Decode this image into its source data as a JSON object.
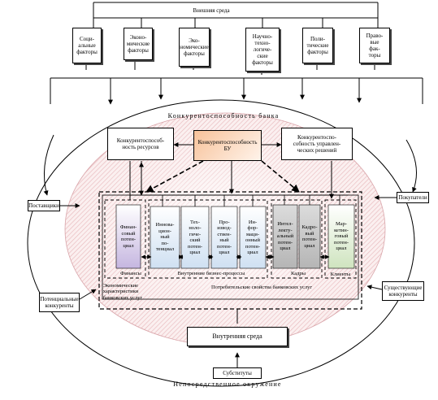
{
  "external_env": {
    "title": "Внешняя среда",
    "factors": [
      "Соци-\nальные\nфакторы",
      "Эконо-\nмические\nфакторы",
      "Эко-\nномические\nфакторы",
      "Научно-\nтехно-\nлогиче-\nские\nфакторы",
      "Поли-\nтические\nфакторы",
      "Право-\nвые\nфак-\nторы"
    ]
  },
  "bank": {
    "competitiveness_title": "Конкурентоспособность банка",
    "resources": "Конкурентоспособ-\nность ресурсов",
    "bu": "Конкурентоспособность\nБУ",
    "decisions": "Конкурентоспо-\nсобность управлен-\nческих решений"
  },
  "actors": {
    "suppliers": "Поставщики",
    "buyers": "Покупатели",
    "potential_competitors": "Потенциальные\nконкуренты",
    "existing_competitors": "Существующие\nконкуренты",
    "internal_env": "Внутренняя среда",
    "substitutes": "Субституты",
    "immediate_env": "Непосредственное окружение"
  },
  "potentials": {
    "financial": "Финан-\nсовый\nпотен-\nциал",
    "innovation": "Иннова-\nцион-\nный\nпо-\nтенциал",
    "technological": "Тех-\nноло-\nгиче-\nский\nпотен-\nциал",
    "production": "Про-\nизвод-\nствен-\nный\nпотен-\nциал",
    "information": "Ин-\nфор-\nмаци-\nонный\nпотен-\nциал",
    "intellectual": "Интел-\nлекту-\nальный\nпотен-\nциал",
    "personnel": "Кадро-\nвый\nпотен-\nциал",
    "marketing": "Мар-\nкетин-\nговый\nпотен-\nциал"
  },
  "groups": {
    "finance": "Финансы",
    "business_processes": "Внутренние бизнес-процессы",
    "staff": "Кадры",
    "clients": "Клиенты",
    "economic_characteristics": "Экономические\nхарактеристики\nбанковских услуг",
    "consumer_properties": "Потребительские свойства банковских услуг"
  },
  "colors": {
    "ellipse_fill": "#f5e2e2",
    "hatch": "#e7b7bb",
    "financial_fill": "#c9bce0",
    "process_fill": "#cfe0f0",
    "staff_fill": "#bdbdbd",
    "marketing_fill": "#d6e6c6",
    "bu_fill": "#f5b98a"
  }
}
